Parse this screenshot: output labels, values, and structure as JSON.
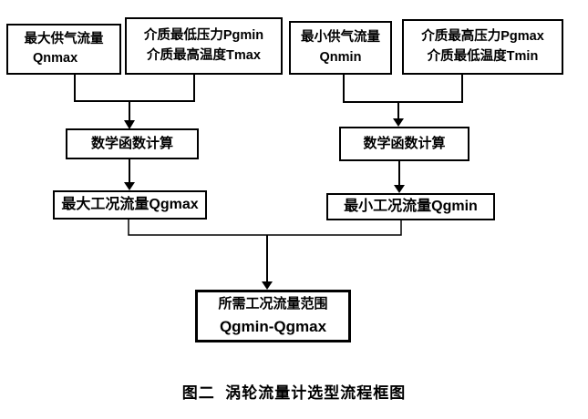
{
  "figure": {
    "caption": "图二  涡轮流量计选型流程框图"
  },
  "colors": {
    "line": "#000000",
    "background": "#ffffff",
    "text": "#000000"
  },
  "nodes": {
    "qnmax": {
      "line1": "最大供气流量",
      "line2": "Qnmax"
    },
    "pgmin_tmax": {
      "line1": "介质最低压力Pgmin",
      "line2": "介质最高温度Tmax"
    },
    "qnmin": {
      "line1": "最小供气流量",
      "line2": "Qnmin"
    },
    "pgmax_tmin": {
      "line1": "介质最高压力Pgmax",
      "line2": "介质最低温度Tmin"
    },
    "math_left": {
      "line1": "数学函数计算"
    },
    "math_right": {
      "line1": "数学函数计算"
    },
    "qgmax": {
      "line1": "最大工况流量Qgmax"
    },
    "qgmin": {
      "line1": "最小工况流量Qgmin"
    },
    "range": {
      "line1": "所需工况流量范围",
      "line2": "Qgmin-Qgmax"
    }
  }
}
